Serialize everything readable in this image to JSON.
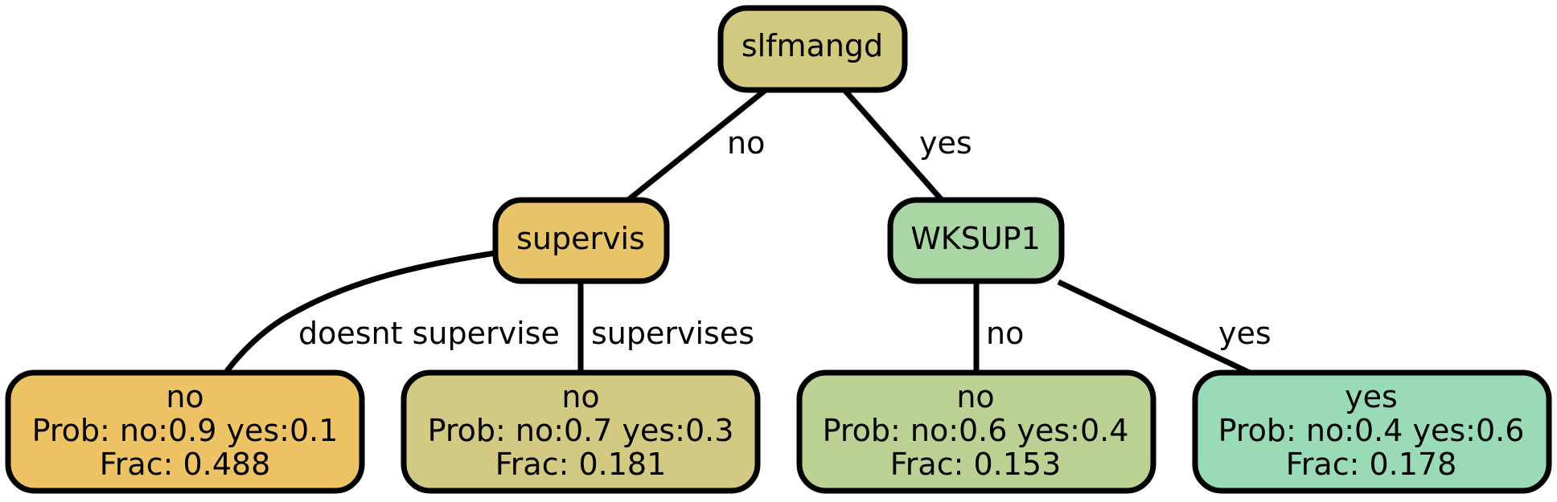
{
  "nodes": {
    "root": {
      "label": "slfmangd",
      "color": "#d2ca80"
    },
    "supervis": {
      "label": "supervis",
      "color": "#e8c46b"
    },
    "wksup1": {
      "label": "WKSUP1",
      "color": "#aad6a6"
    },
    "leaf1": {
      "class": "no",
      "prob": "Prob: no:0.9 yes:0.1",
      "frac": "Frac: 0.488",
      "color": "#eec365"
    },
    "leaf2": {
      "class": "no",
      "prob": "Prob: no:0.7 yes:0.3",
      "frac": "Frac: 0.181",
      "color": "#d2ca82"
    },
    "leaf3": {
      "class": "no",
      "prob": "Prob: no:0.6 yes:0.4",
      "frac": "Frac: 0.153",
      "color": "#bcd194"
    },
    "leaf4": {
      "class": "yes",
      "prob": "Prob: no:0.4 yes:0.6",
      "frac": "Frac: 0.178",
      "color": "#99dbb7"
    }
  },
  "edges": {
    "root_supervis": "no",
    "root_wksup1": "yes",
    "supervis_leaf1": "doesnt supervise",
    "supervis_leaf2": "supervises",
    "wksup1_leaf3": "no",
    "wksup1_leaf4": "yes"
  }
}
